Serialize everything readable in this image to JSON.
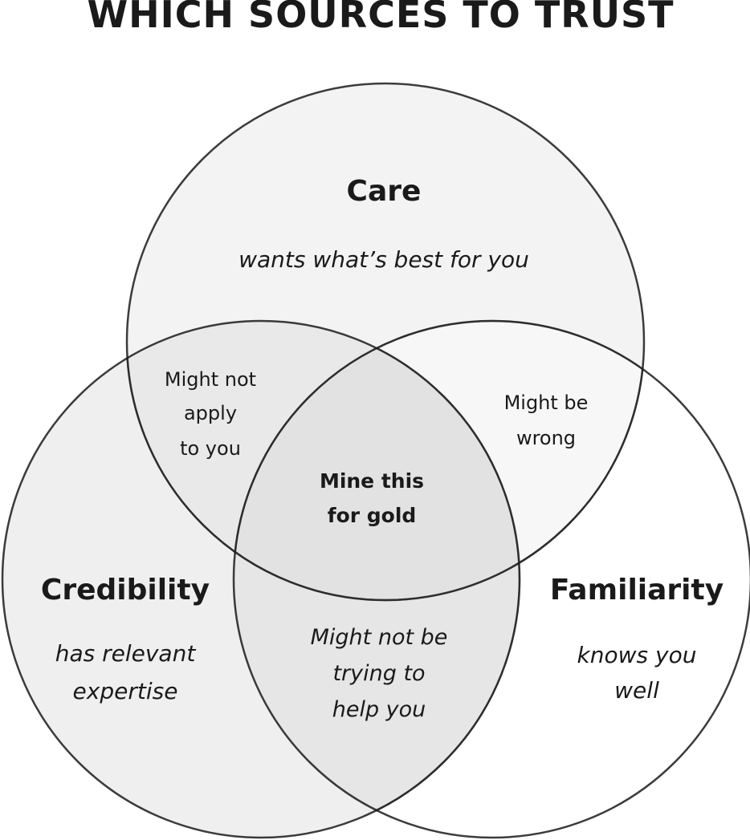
{
  "title": "WHICH SOURCES TO TRUST",
  "sets": {
    "care": {
      "name": "Care",
      "description": "wants what’s best for you"
    },
    "credibility": {
      "name": "Credibility",
      "description": [
        "has relevant",
        "expertise"
      ]
    },
    "familiarity": {
      "name": "Familiarity",
      "description": [
        "knows you",
        "well"
      ]
    }
  },
  "intersections": {
    "care_credibility": [
      "Might not",
      "apply",
      "to you"
    ],
    "care_familiarity": [
      "Might be",
      "wrong"
    ],
    "credibility_familiarity": [
      "Might not be",
      "trying to",
      "help you"
    ],
    "all_three": [
      "Mine this",
      "for gold"
    ]
  },
  "colors": {
    "ink": "#1a1a1a",
    "outline": "#1a1a1a",
    "circle_fill": "#f3f3f3",
    "overlap_fill": "#e9e9e9",
    "center_fill": "#e2e2e2",
    "inner_outline": "#9a9a9a"
  }
}
